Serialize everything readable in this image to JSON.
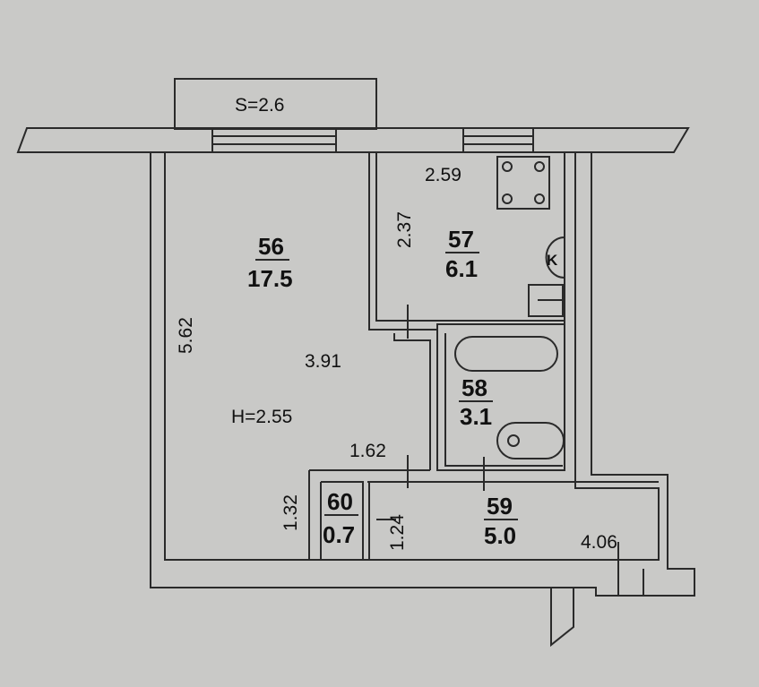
{
  "balcony": {
    "area_label": "S=2.6"
  },
  "ceiling_height": "H=2.55",
  "rooms": [
    {
      "number": "56",
      "area": "17.5"
    },
    {
      "number": "57",
      "area": "6.1"
    },
    {
      "number": "58",
      "area": "3.1"
    },
    {
      "number": "59",
      "area": "5.0"
    },
    {
      "number": "60",
      "area": "0.7"
    }
  ],
  "dimensions": {
    "living_height": "5.62",
    "living_width": "3.91",
    "kitchen_width": "2.59",
    "kitchen_height": "2.37",
    "hall_width": "1.62",
    "closet_height": "1.32",
    "hall_height": "1.24",
    "corridor_width": "4.06"
  },
  "stove_symbol": "K",
  "colors": {
    "background": "#c9c9c7",
    "line": "#2a2a2a",
    "text": "#111111"
  }
}
